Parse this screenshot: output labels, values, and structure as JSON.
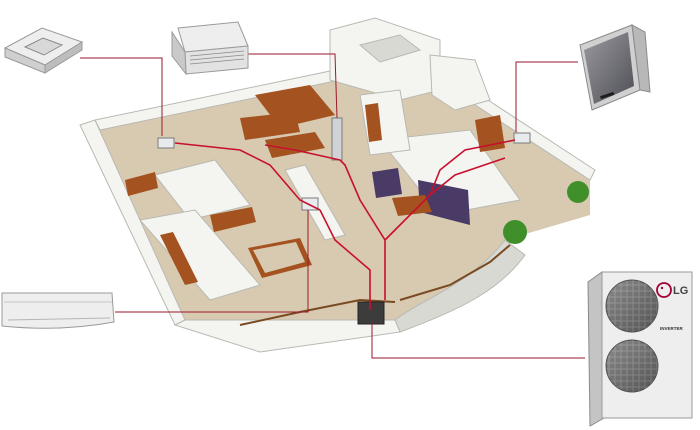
{
  "diagram": {
    "colors": {
      "pipe": "#c8102e",
      "wall": "#f4f4f1",
      "wall_shade": "#d9d9d4",
      "floor": "#d8c9b1",
      "wood": "#a4521f",
      "sofa": "#4a3a66",
      "plant": "#3f8f2a",
      "unit_body": "#eeeeee",
      "lg_red": "#a50034"
    },
    "units": [
      {
        "label": "ceiling-cassette-unit"
      },
      {
        "label": "floor-ceiling-unit"
      },
      {
        "label": "art-cool-panel-unit"
      },
      {
        "label": "wall-mounted-unit"
      },
      {
        "label": "outdoor-inverter-unit"
      }
    ],
    "outdoor_unit": {
      "brand": "LG",
      "badge": "INVERTER"
    }
  }
}
